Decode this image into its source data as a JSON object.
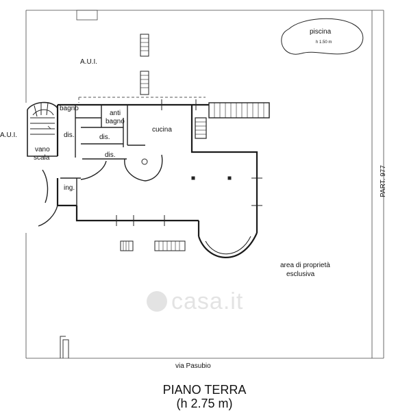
{
  "plan": {
    "rooms": {
      "aui_top": "A.U.I.",
      "aui_left": "A.U.I.",
      "bagno": "bagno",
      "anti": "anti",
      "anti_bagno": "bagno",
      "dis_1": "dis.",
      "dis_2": "dis.",
      "dis_3": "dis.",
      "cucina": "cucina",
      "vano": "vano",
      "scala": "scala",
      "ing": "ing.",
      "piscina": "piscina",
      "piscina_depth": "h 1.50 m"
    },
    "area_line1": "area di proprietà",
    "area_line2": "esclusiva",
    "parcel": "PART.  977",
    "street": "via   Pasubio",
    "watermark": "casa.it"
  },
  "title": {
    "floor": "PIANO TERRA",
    "height": "(h 2.75 m)"
  }
}
